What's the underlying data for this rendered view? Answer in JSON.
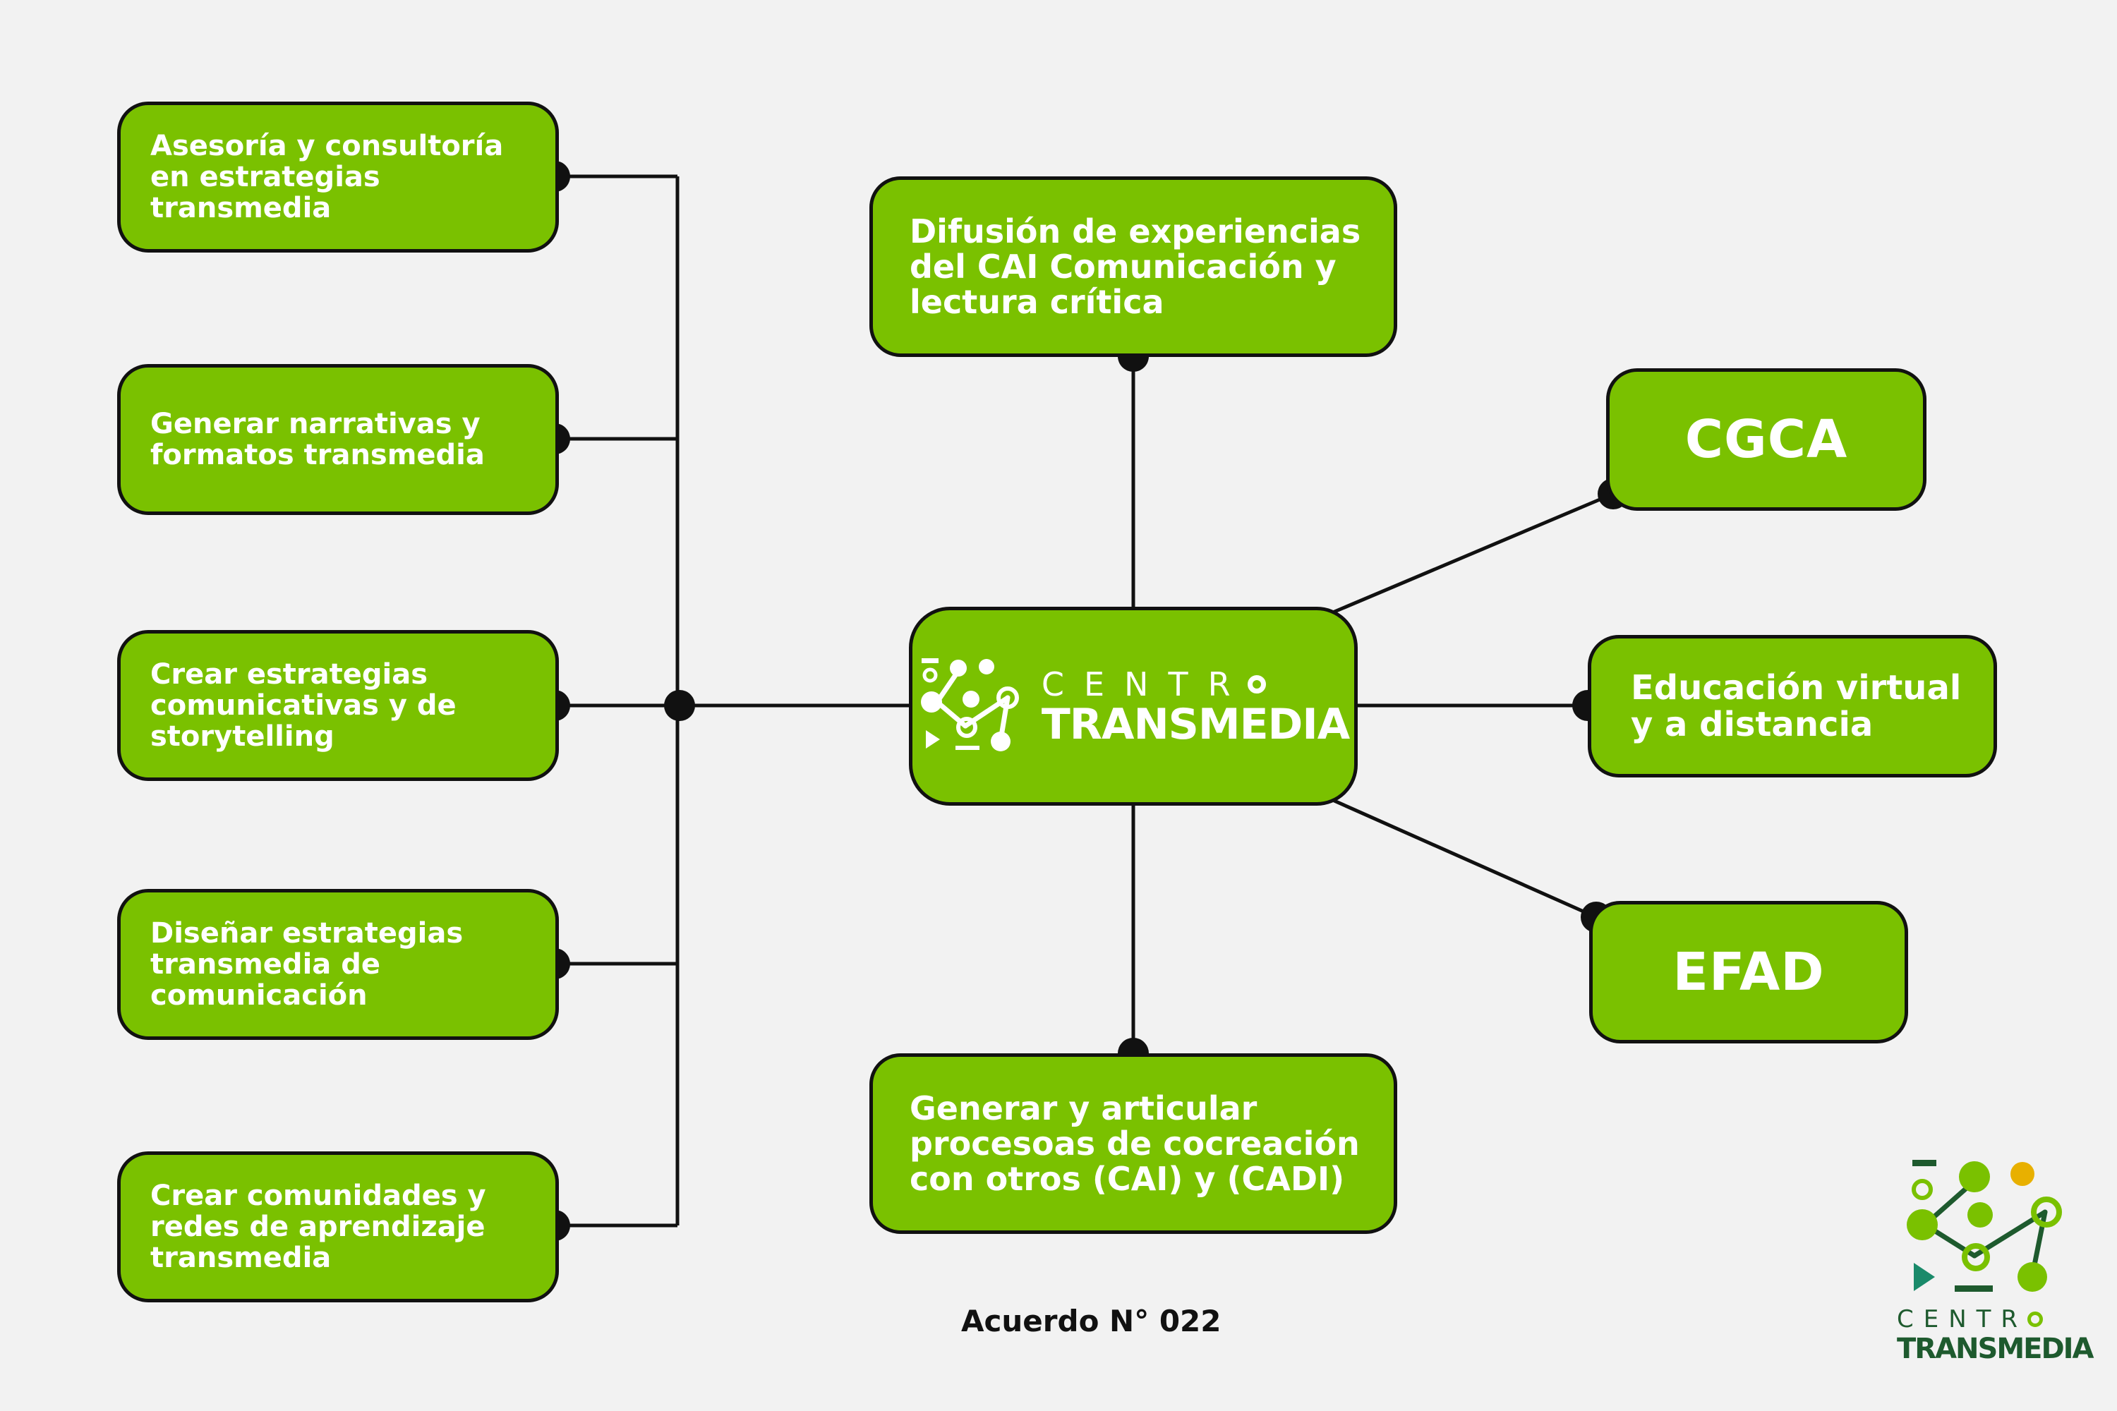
{
  "left_nodes": [
    {
      "label": "Asesoría y consultoría en estrategias transmedia"
    },
    {
      "label": "Generar narrativas y formatos transmedia"
    },
    {
      "label": "Crear estrategias comunicativas y de storytelling"
    },
    {
      "label": "Diseñar estrategias transmedia de comunicación"
    },
    {
      "label": "Crear comunidades y redes de aprendizaje transmedia"
    }
  ],
  "top_node": {
    "label": "Difusión de experiencias del CAI Comunicación y lectura crítica"
  },
  "bottom_node": {
    "label": "Generar y articular procesoas de cocreación con otros (CAI) y (CADI)"
  },
  "right_nodes": [
    {
      "label": "CGCA"
    },
    {
      "label": "Educación virtual y a distancia"
    },
    {
      "label": "EFAD"
    }
  ],
  "center": {
    "line1": "CENTR",
    "line2": "TRANSMEDIA"
  },
  "footer": {
    "note": "Acuerdo N° 022"
  },
  "corner_logo": {
    "line1": "CENTR",
    "line2": "TRANSMEDIA"
  },
  "colors": {
    "node_fill": "#7ac100",
    "outline": "#111111",
    "background": "#f2f2f2",
    "logo_dark": "#1e5a2e",
    "logo_accent": "#e8b000"
  }
}
